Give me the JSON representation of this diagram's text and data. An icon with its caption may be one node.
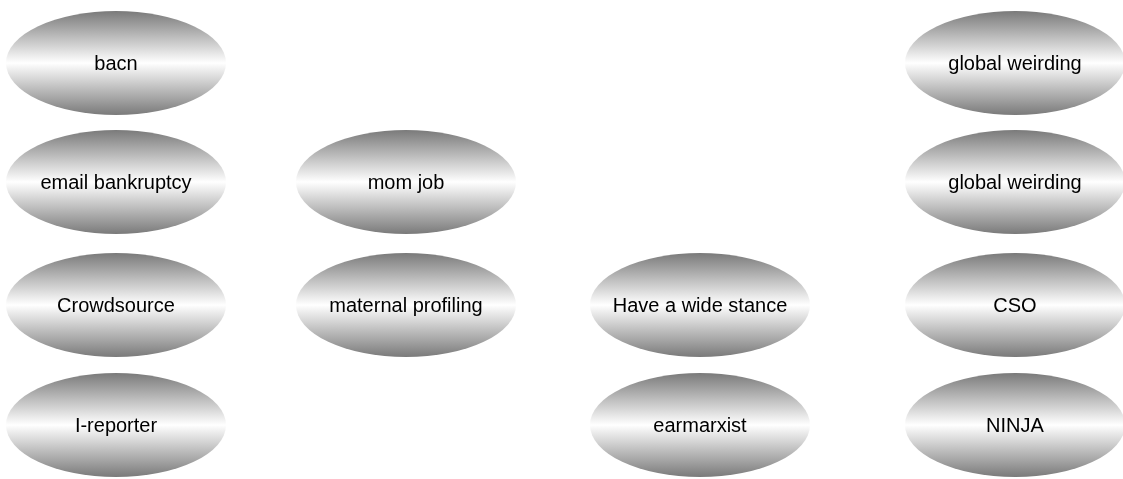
{
  "diagram": {
    "nodes": [
      {
        "text": [
          "bacn"
        ]
      },
      {
        "text": [
          "global weirding"
        ]
      },
      {
        "text": [
          "email bankruptcy"
        ]
      },
      {
        "text": [
          "mom job"
        ]
      },
      {
        "text": [
          "global weirding"
        ]
      },
      {
        "text": [
          "Crowdsource"
        ]
      },
      {
        "text": [
          "maternal profiling"
        ]
      },
      {
        "text": [
          "Have a wide stance"
        ]
      },
      {
        "text": [
          "CSO"
        ]
      },
      {
        "text": [
          "I-reporter"
        ]
      },
      {
        "text": [
          "earmarxist"
        ]
      },
      {
        "text": [
          "NINJA"
        ]
      }
    ]
  }
}
